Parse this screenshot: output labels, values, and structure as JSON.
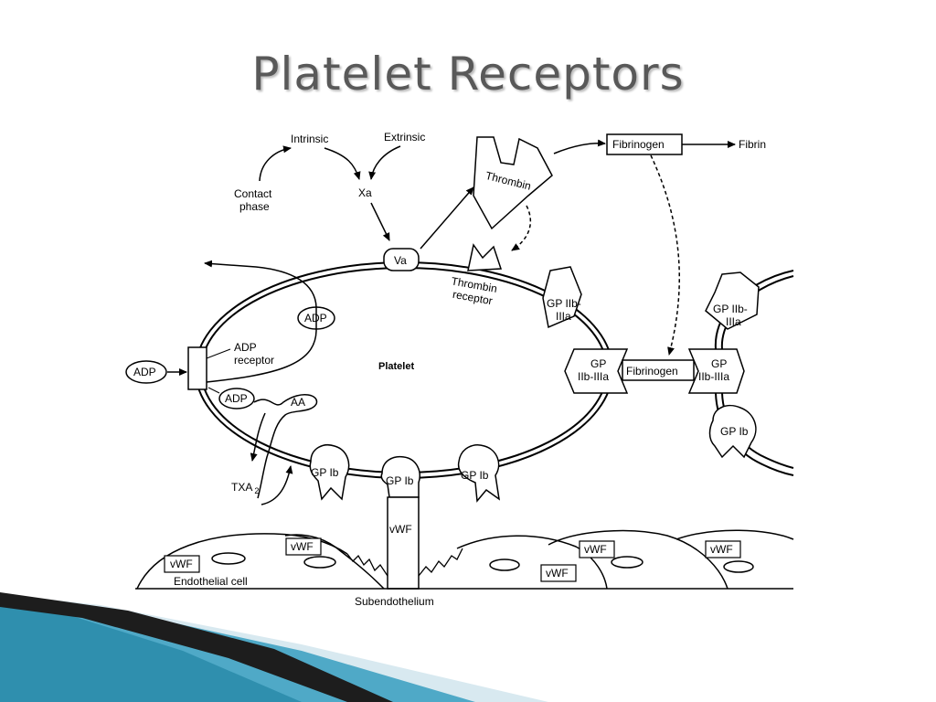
{
  "title": "Platelet Receptors",
  "diagram": {
    "contact_phase": [
      "Contact",
      "phase"
    ],
    "intrinsic": "Intrinsic",
    "extrinsic": "Extrinsic",
    "xa": "Xa",
    "va": "Va",
    "thrombin": "Thrombin",
    "thrombin_receptor": [
      "Thrombin",
      "receptor"
    ],
    "fibrinogen": "Fibrinogen",
    "fibrin": "Fibrin",
    "platelet": "Platelet",
    "adp": "ADP",
    "adp_receptor": [
      "ADP",
      "receptor"
    ],
    "aa": "AA",
    "txa2": "TXA",
    "txa2_sub": "2",
    "gp_ib": "GP Ib",
    "gp_iib_iiia_split": [
      "GP IIb-",
      "IIIa"
    ],
    "gp_iib_iiia_pair": [
      "GP",
      "IIb-IIIa"
    ],
    "vwf": "vWF",
    "endothelial_cell": "Endothelial cell",
    "subendothelium": "Subendothelium"
  },
  "colors": {
    "title": "#595959",
    "band_dark": "#1d1d1d",
    "band_teal": "#2f8fae",
    "band_light": "#cfe3ec"
  }
}
